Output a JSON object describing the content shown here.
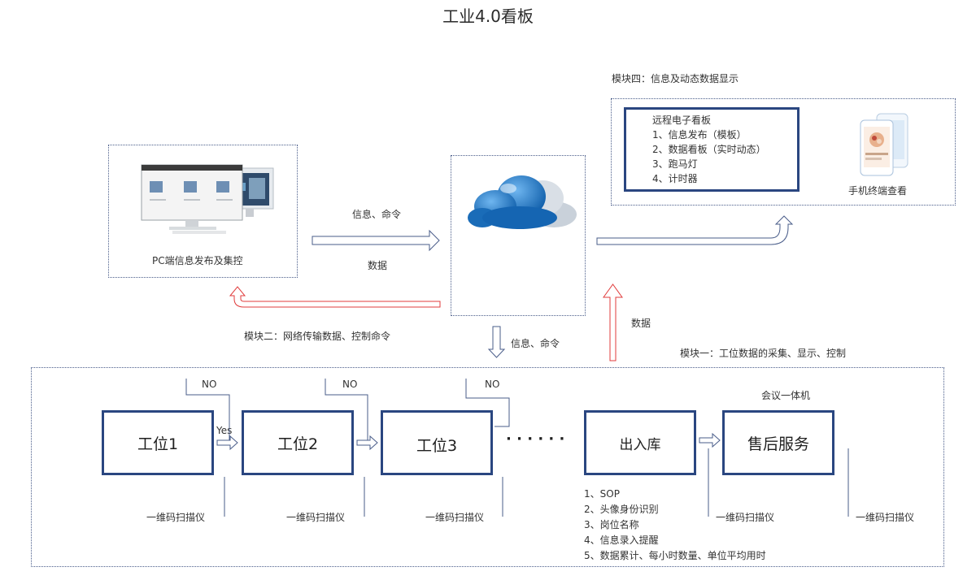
{
  "title": "工业4.0看板",
  "module4": {
    "label": "模块四：信息及动态数据显示",
    "remote_board": [
      "远程电子看板",
      "1、信息发布（模板）",
      "2、数据看板（实时动态）",
      "3、跑马灯",
      "4、计时器"
    ],
    "mobile_label": "手机终端查看"
  },
  "pc": {
    "label": "PC端信息发布及集控"
  },
  "arrows": {
    "pc_to_cloud_top": "信息、命令",
    "pc_to_cloud_bottom": "数据",
    "cloud_down": "信息、命令",
    "up_to_cloud": "数据"
  },
  "module2": {
    "label": "模块二：网络传输数据、控制命令"
  },
  "module1": {
    "label": "模块一：工位数据的采集、显示、控制"
  },
  "meeting_label": "会议一体机",
  "flow": {
    "no_labels": [
      "NO",
      "NO",
      "NO"
    ],
    "yes_label": "Yes",
    "ellipsis": "· · · · · ·",
    "stations": [
      "工位1",
      "工位2",
      "工位3",
      "出入库",
      "售后服务"
    ],
    "scanner_labels": [
      "一维码扫描仪",
      "一维码扫描仪",
      "一维码扫描仪",
      "一维码扫描仪",
      "一维码扫描仪"
    ]
  },
  "features": [
    "1、SOP",
    "2、头像身份识别",
    "3、岗位名称",
    "4、信息录入提醒",
    "5、数据累计、每小时数量、单位平均用时"
  ],
  "colors": {
    "accent_blue": "#2a4680",
    "arrow_blue": "#4a5d8a",
    "arrow_red": "#e03b3b"
  }
}
